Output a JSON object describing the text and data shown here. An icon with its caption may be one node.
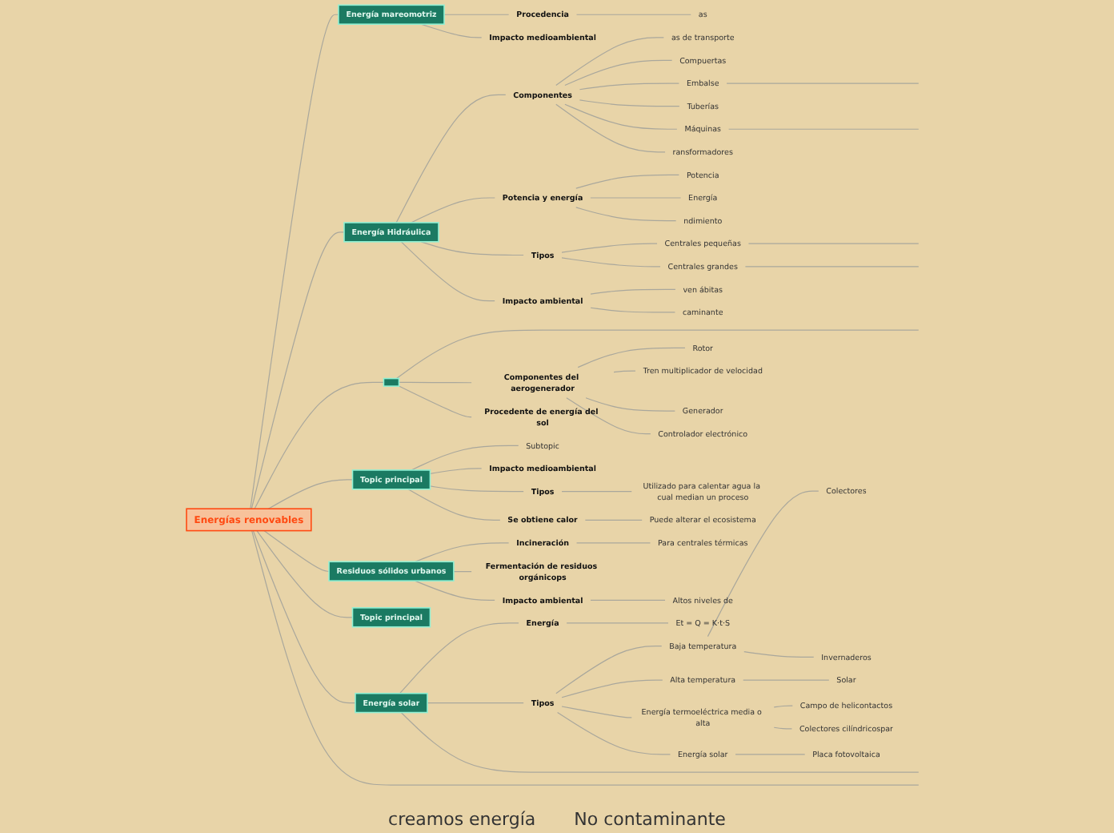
{
  "diagram": {
    "nodes": [
      {
        "text": [
          "Energías renovables"
        ]
      },
      {
        "text": [
          "Energía mareomotriz"
        ]
      },
      {
        "text": [
          "Procedencia"
        ]
      },
      {
        "text": [
          "as"
        ]
      },
      {
        "text": [
          "Impacto medioambiental"
        ]
      },
      {
        "text": [
          "Energía Hidráulica"
        ]
      },
      {
        "text": [
          "Componentes"
        ]
      },
      {
        "text": [
          "as de transporte"
        ]
      },
      {
        "text": [
          "Compuertas"
        ]
      },
      {
        "text": [
          "Embalse"
        ]
      },
      {
        "text": [
          "Tuberías"
        ]
      },
      {
        "text": [
          "Máquinas"
        ]
      },
      {
        "text": [
          "ransformadores"
        ]
      },
      {
        "text": [
          "Potencia y energía"
        ]
      },
      {
        "text": [
          "Potencia"
        ]
      },
      {
        "text": [
          "Energía"
        ]
      },
      {
        "text": [
          "ndimiento"
        ]
      },
      {
        "text": [
          "Tipos"
        ]
      },
      {
        "text": [
          "Centrales pequeñas"
        ]
      },
      {
        "text": [
          "Centrales grandes"
        ]
      },
      {
        "text": [
          "Impacto ambiental"
        ]
      },
      {
        "text": [
          "ven ábitas"
        ]
      },
      {
        "text": [
          "caminante"
        ]
      },
      {
        "text": [],
        "shape": "box"
      },
      {
        "text": [
          "Componentes del aerogenerador"
        ]
      },
      {
        "text": [
          "Rotor"
        ]
      },
      {
        "text": [
          "Tren multiplicador de velocidad"
        ]
      },
      {
        "text": [
          "Generador"
        ]
      },
      {
        "text": [
          "Controlador electrónico"
        ]
      },
      {
        "text": [
          "Procedente de energía del sol"
        ]
      },
      {
        "text": [
          "Topic principal"
        ]
      },
      {
        "text": [
          "Subtopic"
        ]
      },
      {
        "text": [
          "Impacto medioambiental"
        ]
      },
      {
        "text": [
          "Tipos"
        ]
      },
      {
        "text": [
          "Utilizado para calentar agua la cual median un proceso"
        ]
      },
      {
        "text": [
          "Se obtiene calor"
        ]
      },
      {
        "text": [
          "Puede alterar el ecosistema"
        ]
      },
      {
        "text": [
          "Residuos sólidos urbanos"
        ]
      },
      {
        "text": [
          "Incineración"
        ]
      },
      {
        "text": [
          "Para centrales térmicas"
        ]
      },
      {
        "text": [
          "Fermentación de residuos orgánicops"
        ]
      },
      {
        "text": [
          "Impacto ambiental"
        ]
      },
      {
        "text": [
          "Altos niveles de"
        ]
      },
      {
        "text": [
          "Topic principal"
        ]
      },
      {
        "text": [
          "Energía solar"
        ]
      },
      {
        "text": [
          "Energía"
        ]
      },
      {
        "text": [
          "Et = Q = K·t·S"
        ]
      },
      {
        "text": [
          "Tipos"
        ]
      },
      {
        "text": [
          "Baja temperatura"
        ]
      },
      {
        "text": [
          "Colectores"
        ]
      },
      {
        "text": [
          "Invernaderos"
        ]
      },
      {
        "text": [
          "Alta temperatura"
        ]
      },
      {
        "text": [
          "Solar"
        ]
      },
      {
        "text": [
          "Energía termoeléctrica media o alta"
        ]
      },
      {
        "text": [
          "Campo de helicontactos"
        ]
      },
      {
        "text": [
          "Colectores cilíndricospar"
        ]
      },
      {
        "text": [
          "Energía solar"
        ]
      },
      {
        "text": [
          "Placa fotovoltaica"
        ]
      }
    ],
    "edges": [
      {
        "from": 0,
        "to": 1,
        "arrow": "none"
      },
      {
        "from": 1,
        "to": 2,
        "arrow": "none"
      },
      {
        "from": 2,
        "to": 3,
        "arrow": "none"
      },
      {
        "from": 1,
        "to": 4,
        "arrow": "none"
      },
      {
        "from": 0,
        "to": 5,
        "arrow": "none"
      },
      {
        "from": 5,
        "to": 6,
        "arrow": "none"
      },
      {
        "from": 6,
        "to": 7,
        "arrow": "none"
      },
      {
        "from": 6,
        "to": 8,
        "arrow": "none"
      },
      {
        "from": 6,
        "to": 9,
        "arrow": "none"
      },
      {
        "from": 9,
        "to": null,
        "arrow": "none"
      },
      {
        "from": 6,
        "to": 10,
        "arrow": "none"
      },
      {
        "from": 6,
        "to": 11,
        "arrow": "none"
      },
      {
        "from": 11,
        "to": null,
        "arrow": "none"
      },
      {
        "from": 6,
        "to": 12,
        "arrow": "none"
      },
      {
        "from": 5,
        "to": 13,
        "arrow": "none"
      },
      {
        "from": 13,
        "to": 14,
        "arrow": "none"
      },
      {
        "from": 13,
        "to": 15,
        "arrow": "none"
      },
      {
        "from": 13,
        "to": 16,
        "arrow": "none"
      },
      {
        "from": 5,
        "to": 17,
        "arrow": "none"
      },
      {
        "from": 17,
        "to": 18,
        "arrow": "none"
      },
      {
        "from": 18,
        "to": null,
        "arrow": "none"
      },
      {
        "from": 17,
        "to": 19,
        "arrow": "none"
      },
      {
        "from": 19,
        "to": null,
        "arrow": "none"
      },
      {
        "from": 5,
        "to": 20,
        "arrow": "none"
      },
      {
        "from": 20,
        "to": 21,
        "arrow": "none"
      },
      {
        "from": 20,
        "to": 22,
        "arrow": "none"
      },
      {
        "from": 0,
        "to": 23,
        "arrow": "none"
      },
      {
        "from": 23,
        "to": null,
        "arrow": "none"
      },
      {
        "from": 23,
        "to": 24,
        "arrow": "none"
      },
      {
        "from": 24,
        "to": 25,
        "arrow": "none"
      },
      {
        "from": 24,
        "to": 26,
        "arrow": "none"
      },
      {
        "from": 24,
        "to": 27,
        "arrow": "none"
      },
      {
        "from": 24,
        "to": 28,
        "arrow": "none"
      },
      {
        "from": 23,
        "to": 29,
        "arrow": "none"
      },
      {
        "from": 0,
        "to": 30,
        "arrow": "none"
      },
      {
        "from": 30,
        "to": 31,
        "arrow": "none"
      },
      {
        "from": 30,
        "to": 32,
        "arrow": "none"
      },
      {
        "from": 30,
        "to": 33,
        "arrow": "none"
      },
      {
        "from": 33,
        "to": 34,
        "arrow": "none"
      },
      {
        "from": 30,
        "to": 35,
        "arrow": "none"
      },
      {
        "from": 35,
        "to": 36,
        "arrow": "none"
      },
      {
        "from": 0,
        "to": 37,
        "arrow": "none"
      },
      {
        "from": 37,
        "to": 38,
        "arrow": "none"
      },
      {
        "from": 38,
        "to": 39,
        "arrow": "none"
      },
      {
        "from": 37,
        "to": 40,
        "arrow": "none"
      },
      {
        "from": 37,
        "to": 41,
        "arrow": "none"
      },
      {
        "from": 41,
        "to": 42,
        "arrow": "none"
      },
      {
        "from": 0,
        "to": 43,
        "arrow": "none"
      },
      {
        "from": 0,
        "to": 44,
        "arrow": "none"
      },
      {
        "from": 44,
        "to": 45,
        "arrow": "none"
      },
      {
        "from": 45,
        "to": 46,
        "arrow": "none"
      },
      {
        "from": 44,
        "to": 47,
        "arrow": "none"
      },
      {
        "from": 47,
        "to": 48,
        "arrow": "none"
      },
      {
        "from": 48,
        "to": 49,
        "arrow": "none"
      },
      {
        "from": 48,
        "to": 50,
        "arrow": "none"
      },
      {
        "from": 47,
        "to": 51,
        "arrow": "none"
      },
      {
        "from": 51,
        "to": 52,
        "arrow": "none"
      },
      {
        "from": 47,
        "to": 53,
        "arrow": "none"
      },
      {
        "from": 53,
        "to": 54,
        "arrow": "none"
      },
      {
        "from": 53,
        "to": 55,
        "arrow": "none"
      },
      {
        "from": 47,
        "to": 56,
        "arrow": "none"
      },
      {
        "from": 56,
        "to": 57,
        "arrow": "none"
      },
      {
        "from": 44,
        "to": null,
        "arrow": "none"
      },
      {
        "from": 0,
        "to": null,
        "arrow": "none"
      }
    ],
    "labels": [
      "creamos energía",
      "No contaminante"
    ]
  }
}
